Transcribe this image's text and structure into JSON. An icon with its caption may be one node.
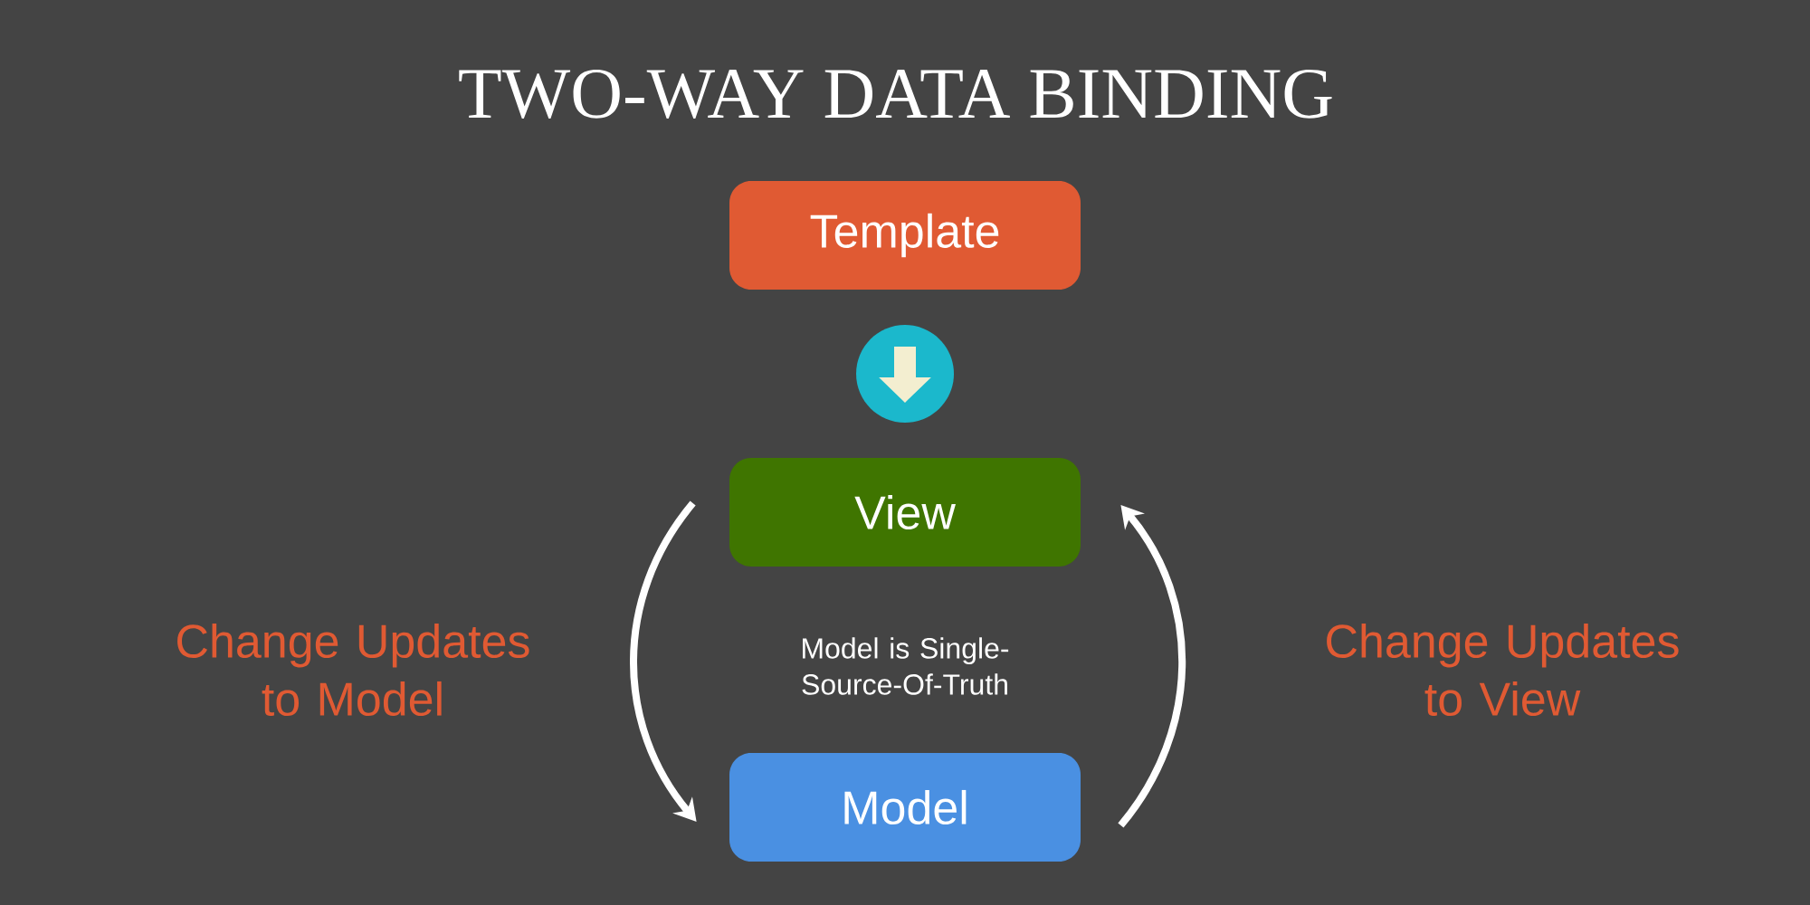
{
  "diagram": {
    "title": "TWO-WAY DATA BINDING",
    "nodes": [
      {
        "text": [
          "Template"
        ]
      },
      {
        "text": [
          "View"
        ]
      },
      {
        "text": [
          "Model"
        ]
      }
    ],
    "edges": [
      {
        "from": 0,
        "to": 1,
        "arrow": "to",
        "style": "thick"
      },
      {
        "from": 1,
        "to": 2,
        "arrow": "to",
        "label": "Change Updates to Model"
      },
      {
        "from": 2,
        "to": 1,
        "arrow": "to",
        "label": "Change Updates to View"
      }
    ],
    "labels": [
      "Model is Single-Source-Of-Truth"
    ]
  }
}
